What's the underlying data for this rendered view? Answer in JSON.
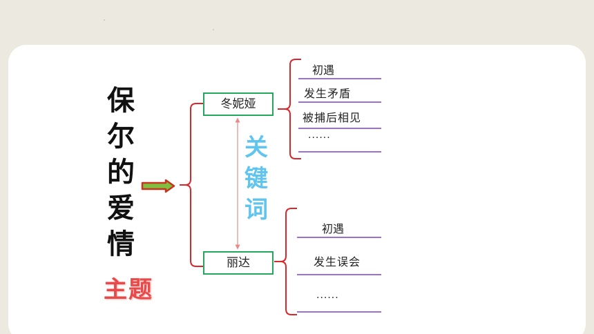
{
  "diagram": {
    "title_chars": [
      "保",
      "尔",
      "的",
      "爱",
      "情"
    ],
    "theme_label": "主题",
    "keyword_chars": [
      "关",
      "键",
      "词"
    ],
    "nodes": [
      {
        "label": "冬妮娅",
        "items": [
          "初遇",
          "发生矛盾",
          "被捕后相见",
          "······"
        ]
      },
      {
        "label": "丽达",
        "items": [
          "初遇",
          "发生误会",
          "······"
        ]
      }
    ]
  },
  "colors": {
    "bracket": "#d8262a",
    "box_border": "#22a85a",
    "underline": "#7d3fc9",
    "keyword": "#5fc4ee",
    "theme": "#e84a4a",
    "arrow_fill": "#7fbf3f",
    "arrow_stroke": "#c7331f"
  }
}
